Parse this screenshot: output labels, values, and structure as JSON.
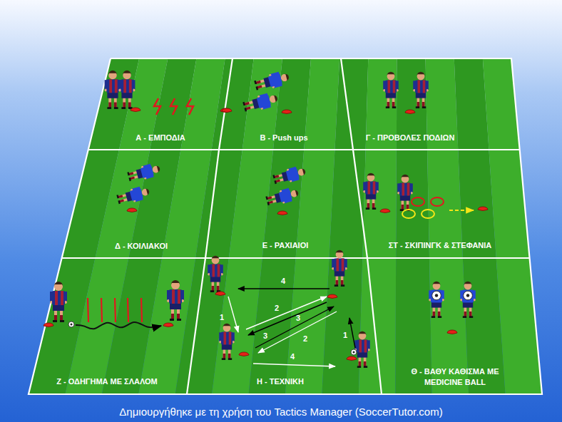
{
  "diagram": {
    "caption": "Δημιουργήθηκε με τη χρήση του Tactics Manager (SoccerTutor.com)",
    "nodes": [
      {
        "text": [
          "Α - ΕΜΠΟΔΙΑ"
        ]
      },
      {
        "text": [
          "Β - Push ups"
        ]
      },
      {
        "text": [
          "Γ - ΠΡΟΒΟΛΕΣ ΠΟΔΙΩΝ"
        ]
      },
      {
        "text": [
          "Δ - ΚΟΙΛΙΑΚΟΙ"
        ]
      },
      {
        "text": [
          "Ε - ΡΑΧΙΑΙΟΙ"
        ]
      },
      {
        "text": [
          "ΣΤ - ΣΚΙΠΙΝΓΚ & ΣΤΕΦΑΝΙΑ"
        ]
      },
      {
        "text": [
          "Ζ - ΟΔΗΓΗΜΑ ΜΕ ΣΛΑΛΟΜ"
        ]
      },
      {
        "text": [
          "Η - ΤΕΧΝΙΚΗ"
        ]
      },
      {
        "text": [
          "Θ - ΒΑΘΥ ΚΑΘΙΣΜΑ ΜΕ MEDICINE BALL"
        ]
      }
    ],
    "labels": [
      "4",
      "1",
      "2",
      "3",
      "3",
      "2",
      "1",
      "4"
    ]
  }
}
